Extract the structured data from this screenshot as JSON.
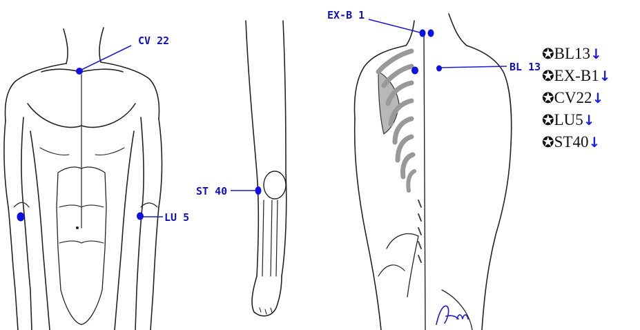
{
  "colors": {
    "point": "#1010e0",
    "line": "#1a1acc",
    "label": "#1010c8",
    "figure_stroke": "#222222",
    "bone_fill": "#a8a8a8",
    "arrow": "#1a1ae6"
  },
  "points": [
    {
      "id": "cv22",
      "label": "CV 22",
      "icon": "acupoint-dot"
    },
    {
      "id": "lu5_left",
      "label": "",
      "icon": "acupoint-dot"
    },
    {
      "id": "lu5",
      "label": "LU 5",
      "icon": "acupoint-dot"
    },
    {
      "id": "st40",
      "label": "ST 40",
      "icon": "acupoint-dot"
    },
    {
      "id": "exb1",
      "label": "EX-B 1",
      "icon": "acupoint-dot"
    },
    {
      "id": "bl13",
      "label": "BL 13",
      "icon": "acupoint-dot"
    }
  ],
  "legend": {
    "star_icon": "star-in-circle-icon",
    "arrow_icon": "down-arrow-icon",
    "star_glyph": "✪",
    "arrow_glyph": "↓",
    "items": [
      "BL13",
      "EX-B1",
      "CV22",
      "LU5",
      "ST40"
    ]
  },
  "signature_icon": "handwritten-signature"
}
